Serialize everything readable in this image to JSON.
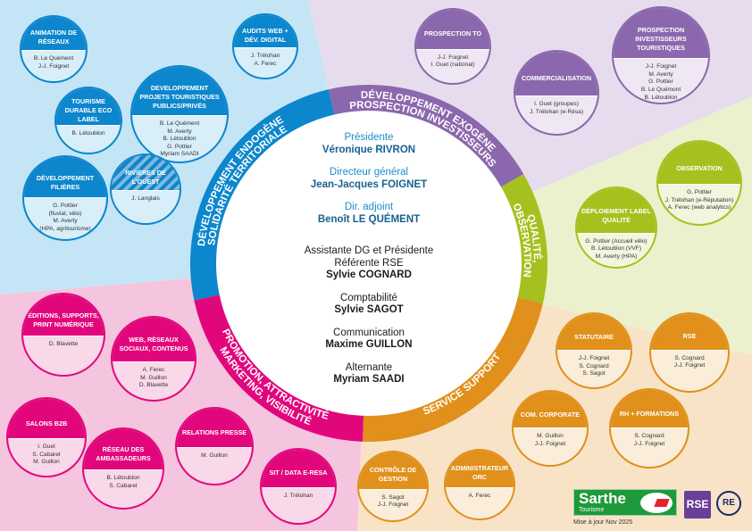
{
  "colors": {
    "blue": "#0c86cd",
    "purple": "#8b68ad",
    "green": "#a5c11e",
    "orange": "#e0901b",
    "pink": "#e2067c",
    "bg_blue": "#c4e5f5",
    "bg_purple": "#e6dcee",
    "bg_green": "#ebf1cd",
    "bg_orange": "#f8e3c6",
    "bg_pink": "#f5c4de"
  },
  "ring": {
    "blue": [
      "DÉVELOPPEMENT ENDOGÈNE",
      "SOLIDARITÉ TERRITORIALE"
    ],
    "purple": [
      "DÉVELOPPEMENT EXOGÈNE",
      "PROSPECTION INVESTISSEURS"
    ],
    "green": [
      "QUALITÉ,",
      "OBSERVATION"
    ],
    "orange": [
      "SERVICE SUPPORT"
    ],
    "pink": [
      "PROMOTION, ATTRACTIVITÉ",
      "MARKETING, VISIBILITÉ"
    ]
  },
  "center": [
    {
      "role": "Présidente",
      "name": "Véronique RIVRON"
    },
    {
      "role": "Directeur général",
      "name": "Jean-Jacques FOIGNET"
    },
    {
      "role": "Dir. adjoint",
      "name": "Benoît LE QUÉMENT"
    },
    {
      "role": "Assistante DG et Présidente\nRéférente RSE",
      "name": "Sylvie COGNARD"
    },
    {
      "role": "Comptabilité",
      "name": "Sylvie SAGOT"
    },
    {
      "role": "Communication",
      "name": "Maxime GUILLON"
    },
    {
      "role": "Alternante",
      "name": "Myriam SAADI"
    }
  ],
  "bubbles": [
    {
      "pole": "blue",
      "title": "Animation de réseaux",
      "people": [
        "B. Le Quément",
        "J-J. Foignet"
      ]
    },
    {
      "pole": "blue",
      "title": "Audits web + Dév. digital",
      "people": [
        "J. Trélohan",
        "A. Ferec"
      ]
    },
    {
      "pole": "blue",
      "title": "Developpement projets touristiques publics/privés",
      "people": [
        "B. Le Quément",
        "M. Averty",
        "B. Létoublon",
        "G. Pottier",
        "Myriam SAADI"
      ]
    },
    {
      "pole": "blue",
      "title": "Tourisme durable eco label",
      "people": [
        "B. Létoublon"
      ]
    },
    {
      "pole": "blue",
      "title": "Développement filières",
      "people": [
        "G. Pottier",
        "(fluvial, vélo)",
        "M. Averty",
        "(HPA, agritourisme)"
      ]
    },
    {
      "pole": "blue",
      "title": "Rivières de l'Ouest",
      "people": [
        "J. Langlais"
      ],
      "striped": true
    },
    {
      "pole": "purple",
      "title": "Prospection TO",
      "people": [
        "J-J. Foignet",
        "I. Guet (national)"
      ]
    },
    {
      "pole": "purple",
      "title": "Commercialisation",
      "people": [
        "I. Guet (groupes)",
        "J. Trélohan (e-Résa)"
      ]
    },
    {
      "pole": "purple",
      "title": "Prospection investisseurs touristiques",
      "people": [
        "J-J. Foignet",
        "M. Averty",
        "G. Pottier",
        "B. Le Quémont",
        "B. Létoublon"
      ]
    },
    {
      "pole": "green",
      "title": "Observation",
      "people": [
        "G. Pottier",
        "J. Trélohan (e-Réputation)",
        "A. Ferec (web analytics)"
      ]
    },
    {
      "pole": "green",
      "title": "Déploiement label qualité",
      "people": [
        "G. Pottier (Accueil vélo)",
        "B. Létoublon (VVF)",
        "M. Averty (HPA)"
      ]
    },
    {
      "pole": "pink",
      "title": "Éditions, supports, print numérique",
      "people": [
        "D. Blavette"
      ]
    },
    {
      "pole": "pink",
      "title": "Web, réseaux sociaux, contenus",
      "people": [
        "A. Ferec",
        "M. Guillon",
        "D. Blavette"
      ]
    },
    {
      "pole": "pink",
      "title": "Salons B2B",
      "people": [
        "I. Guet",
        "S. Cabaret",
        "M. Guillon"
      ]
    },
    {
      "pole": "pink",
      "title": "Réseau des ambassadeurs",
      "people": [
        "B. Létoublon",
        "S. Cabaret"
      ]
    },
    {
      "pole": "pink",
      "title": "Relations presse",
      "people": [
        "M. Guillon"
      ]
    },
    {
      "pole": "pink",
      "title": "SIT / Data e-resa",
      "people": [
        "J. Trélohan"
      ]
    },
    {
      "pole": "orange",
      "title": "Statutaire",
      "people": [
        "J-J. Foignet",
        "S. Cognard",
        "S. Sagot"
      ]
    },
    {
      "pole": "orange",
      "title": "RSE",
      "people": [
        "S. Cognard",
        "J-J. Foignet"
      ]
    },
    {
      "pole": "orange",
      "title": "Com. corporate",
      "people": [
        "M. Guillon",
        "J-J. Foignet"
      ]
    },
    {
      "pole": "orange",
      "title": "RH + formations",
      "people": [
        "S. Cognard",
        "J-J. Foignet"
      ]
    },
    {
      "pole": "orange",
      "title": "Contrôle de gestion",
      "people": [
        "S. Sagot",
        "J-J. Foignet"
      ]
    },
    {
      "pole": "orange",
      "title": "Administrateur ORC",
      "people": [
        "A. Ferec"
      ]
    }
  ],
  "footer": {
    "logo_sarthe": "Sarthe",
    "logo_sarthe_sub": "Tourisme",
    "logo_rse": "RSE",
    "logo_re": "RE",
    "update": "Mise à jour Nov 2025"
  }
}
